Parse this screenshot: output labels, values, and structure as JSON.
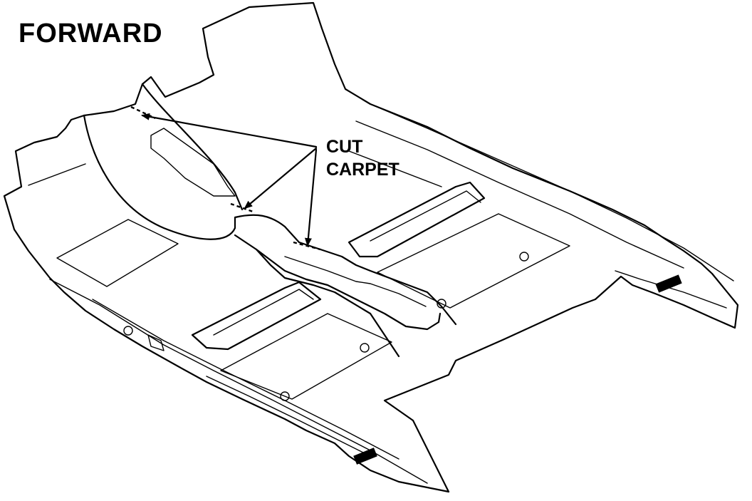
{
  "diagram": {
    "direction_label": "FORWARD",
    "callout": {
      "line1": "CUT",
      "line2": "CARPET"
    }
  }
}
